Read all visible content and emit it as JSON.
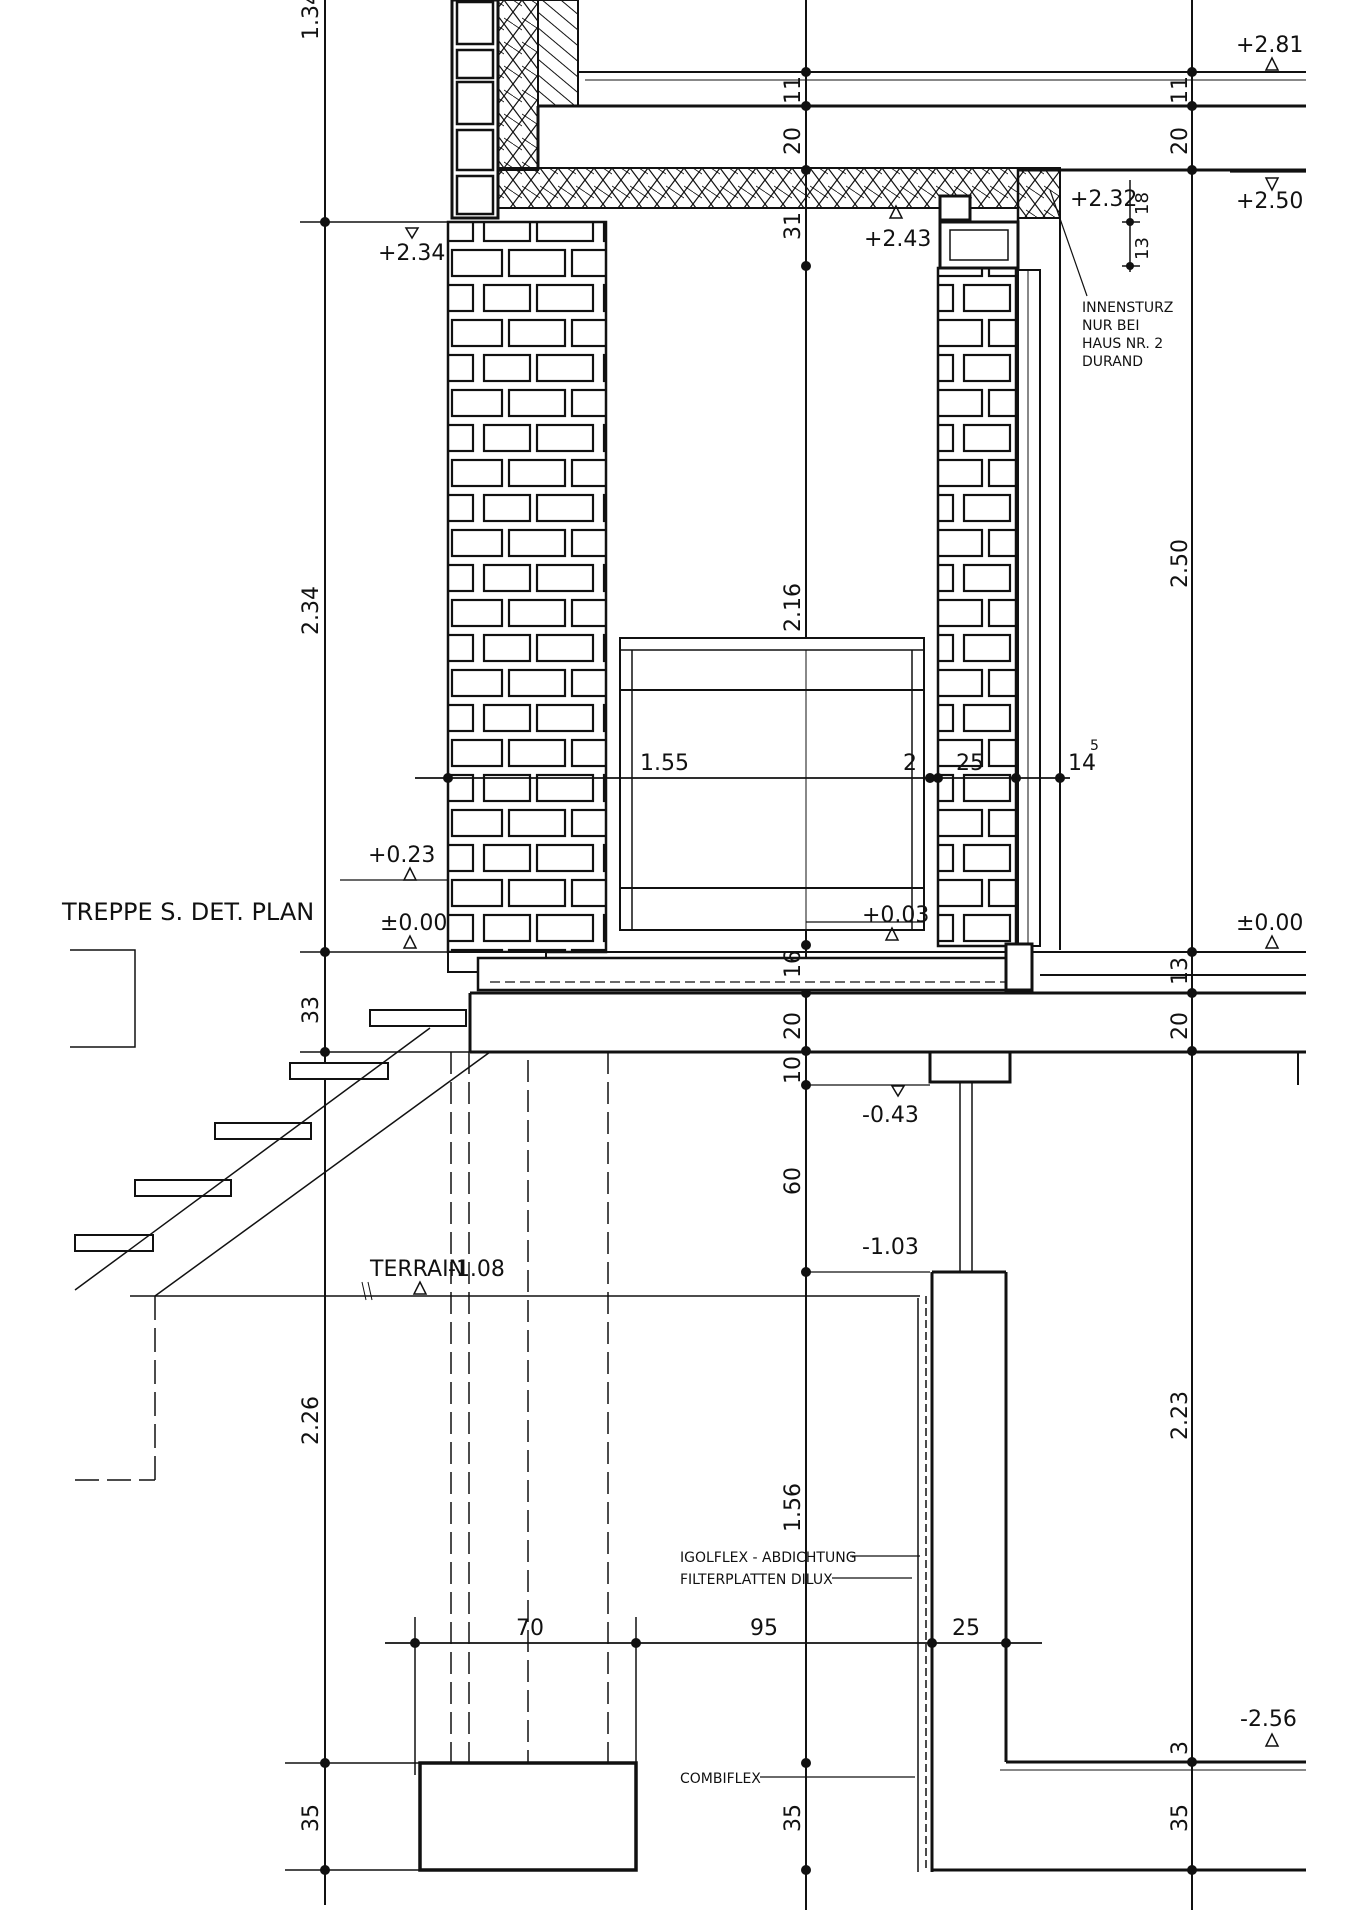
{
  "left_dims": {
    "d_134": "1.34",
    "d_234": "2.34",
    "d_33": "33",
    "d_226": "2.26",
    "d_35": "35"
  },
  "center_dims": {
    "d_11": "11",
    "d_20a": "20",
    "d_31": "31",
    "d_216": "2.16",
    "d_16": "16",
    "d_20b": "20",
    "d_10": "10",
    "d_60": "60",
    "d_156": "1.56",
    "d_35": "35"
  },
  "right_dims": {
    "d_11": "11",
    "d_20a": "20",
    "d_250": "2.50",
    "d_13a": "13",
    "d_20b": "20",
    "d_223": "2.23",
    "d_3": "3",
    "d_35": "35",
    "d_18": "18",
    "d_13b": "13"
  },
  "horizontal_dims": {
    "d_155": "1.55",
    "d_2": "2",
    "d_25a": "25",
    "d_14": "14",
    "d_14_sup": "5",
    "d_70": "70",
    "d_95": "95",
    "d_25b": "25"
  },
  "levels": {
    "lv_281": "+2.81",
    "lv_250": "+2.50",
    "lv_243": "+2.43",
    "lv_234": "+2.34",
    "lv_232": "+2.32",
    "lv_023": "+0.23",
    "lv_000_left": "±0.00",
    "lv_000_right": "±0.00",
    "lv_003": "+0.03",
    "lv_043": "-0.43",
    "lv_103": "-1.03",
    "lv_terrain": "TERRAIN",
    "lv_terrain_val": "-1.08",
    "lv_256": "-2.56"
  },
  "notes": {
    "treppe": "TREPPE S. DET. PLAN",
    "innensturz_1": "INNENSTURZ",
    "innensturz_2": "NUR BEI",
    "innensturz_3": "HAUS NR. 2",
    "innensturz_4": "DURAND",
    "igolflex": "IGOLFLEX - ABDICHTUNG",
    "filterplatten": "FILTERPLATTEN DILUX",
    "combiflex": "COMBIFLEX"
  }
}
